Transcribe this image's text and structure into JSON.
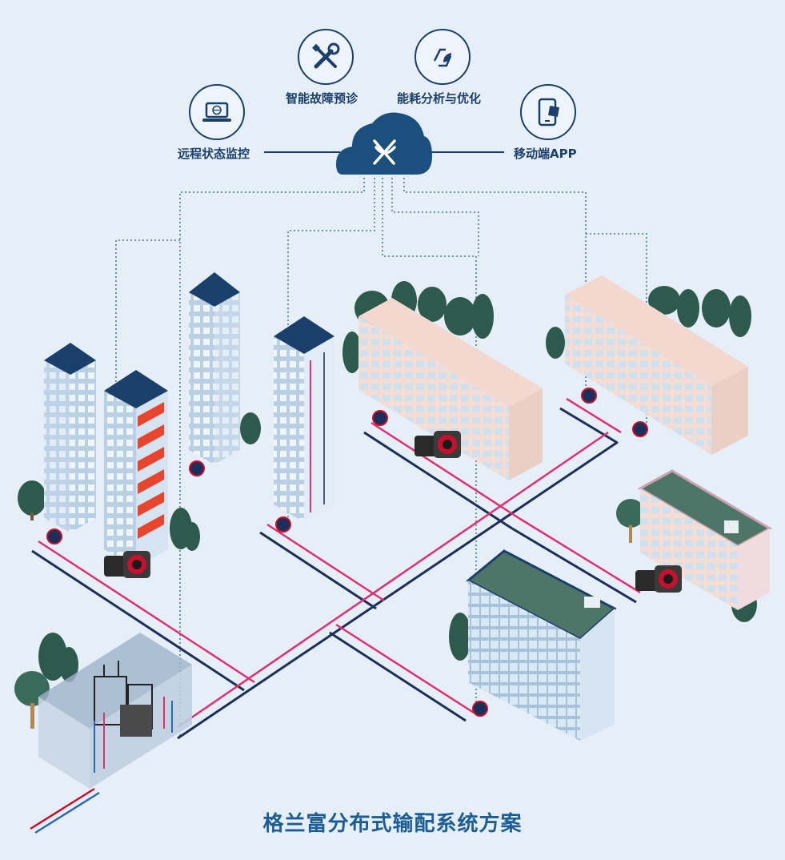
{
  "features": {
    "remote_monitoring": "远程状态监控",
    "fault_diagnosis": "智能故障预诊",
    "energy_analysis": "能耗分析与优化",
    "mobile_app": "移动端APP"
  },
  "icons": {
    "remote_monitoring": "laptop-globe-icon",
    "fault_diagnosis": "wrench-screwdriver-icon",
    "energy_analysis": "recycle-leaf-icon",
    "mobile_app": "phone-box-icon",
    "cloud": "cloud-logo-icon"
  },
  "caption": "格兰富分布式输配系统方案",
  "colors": {
    "background": "#e6eff8",
    "navy": "#1b3f6b",
    "supply_pipe": "#e0306f",
    "return_pipe": "#1c2f5a",
    "pump_red": "#c8102e",
    "caption": "#1d5d96"
  }
}
